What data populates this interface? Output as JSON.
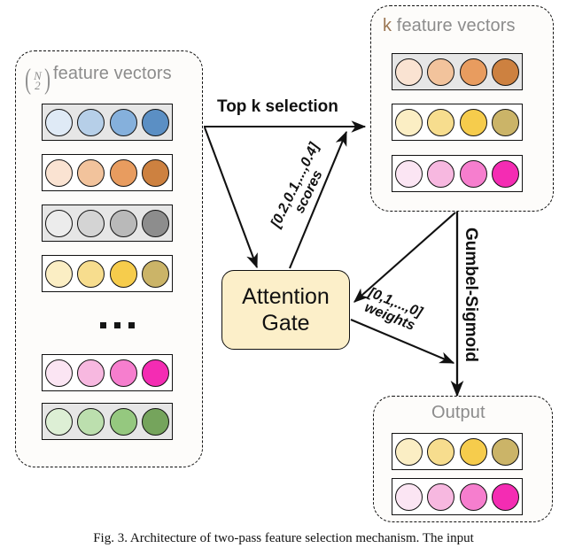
{
  "figure": {
    "caption": "Fig. 3.   Architecture of two-pass feature selection mechanism.  The input"
  },
  "panels": {
    "input": {
      "title_prefix": "",
      "binom_top": "N",
      "binom_bottom": "2",
      "title": "feature vectors",
      "rows": [
        {
          "name": "blue-row",
          "shaded": true,
          "colors": [
            "#dfeaf6",
            "#b6cfe8",
            "#85b0dc",
            "#5b8fc4"
          ]
        },
        {
          "name": "orange-row",
          "shaded": false,
          "colors": [
            "#fae3d2",
            "#f2c39c",
            "#e89c5f",
            "#cd8140"
          ]
        },
        {
          "name": "grey-row",
          "shaded": true,
          "colors": [
            "#ececec",
            "#d4d4d4",
            "#b9b9b9",
            "#8d8d8d"
          ]
        },
        {
          "name": "yellow-row",
          "shaded": false,
          "colors": [
            "#fbeec4",
            "#f7dd8e",
            "#f6cc4c",
            "#cbb468"
          ]
        },
        {
          "name": "pink-row",
          "shaded": false,
          "colors": [
            "#fbe5f3",
            "#f7b8e0",
            "#f67ece",
            "#f42cb3"
          ]
        },
        {
          "name": "green-row",
          "shaded": true,
          "colors": [
            "#ddefd5",
            "#bcdfae",
            "#95c87f",
            "#75a45c"
          ]
        }
      ],
      "ellipsis": "..."
    },
    "topk": {
      "accent": "k",
      "title": "feature vectors",
      "rows": [
        {
          "name": "orange-row",
          "shaded": true,
          "colors": [
            "#fae3d2",
            "#f2c39c",
            "#e89c5f",
            "#cd8140"
          ]
        },
        {
          "name": "yellow-row",
          "shaded": false,
          "colors": [
            "#fbeec4",
            "#f7dd8e",
            "#f6cc4c",
            "#cbb468"
          ]
        },
        {
          "name": "pink-row",
          "shaded": false,
          "colors": [
            "#fbe5f3",
            "#f7b8e0",
            "#f67ece",
            "#f42cb3"
          ]
        }
      ]
    },
    "output": {
      "title": "Output",
      "rows": [
        {
          "name": "yellow-row",
          "shaded": false,
          "colors": [
            "#fbeec4",
            "#f7dd8e",
            "#f6cc4c",
            "#cbb468"
          ]
        },
        {
          "name": "pink-row",
          "shaded": false,
          "colors": [
            "#fbe5f3",
            "#f7b8e0",
            "#f67ece",
            "#f42cb3"
          ]
        }
      ]
    }
  },
  "nodes": {
    "gate_line1": "Attention",
    "gate_line2": "Gate"
  },
  "edges": {
    "topk_selection": "Top k selection",
    "scores_values": "[0.2,0.1,...,0.4]",
    "scores_word": "scores",
    "weights_values": "[0,1,...,0]",
    "weights_word": "weights",
    "gumbel": "Gumbel-Sigmoid"
  },
  "colors": {
    "gate_fill": "#fcefc9",
    "panel_fill": "#fdfcfa",
    "title_grey": "#8c8c8c",
    "title_accent": "#9b7653",
    "stroke": "#111111"
  }
}
